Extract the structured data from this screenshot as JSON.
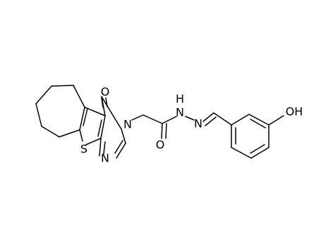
{
  "molecule": {
    "atoms": {
      "carbonyl_oxygen": "O",
      "ring_nitrogen_3": "N",
      "ring_nitrogen_1": "N",
      "thiophene_sulfur": "S",
      "amide_oxygen": "O",
      "hydrazide_nh": "H",
      "hydrazide_n": "N",
      "imine_n": "N",
      "hydroxyl": "OH"
    }
  }
}
